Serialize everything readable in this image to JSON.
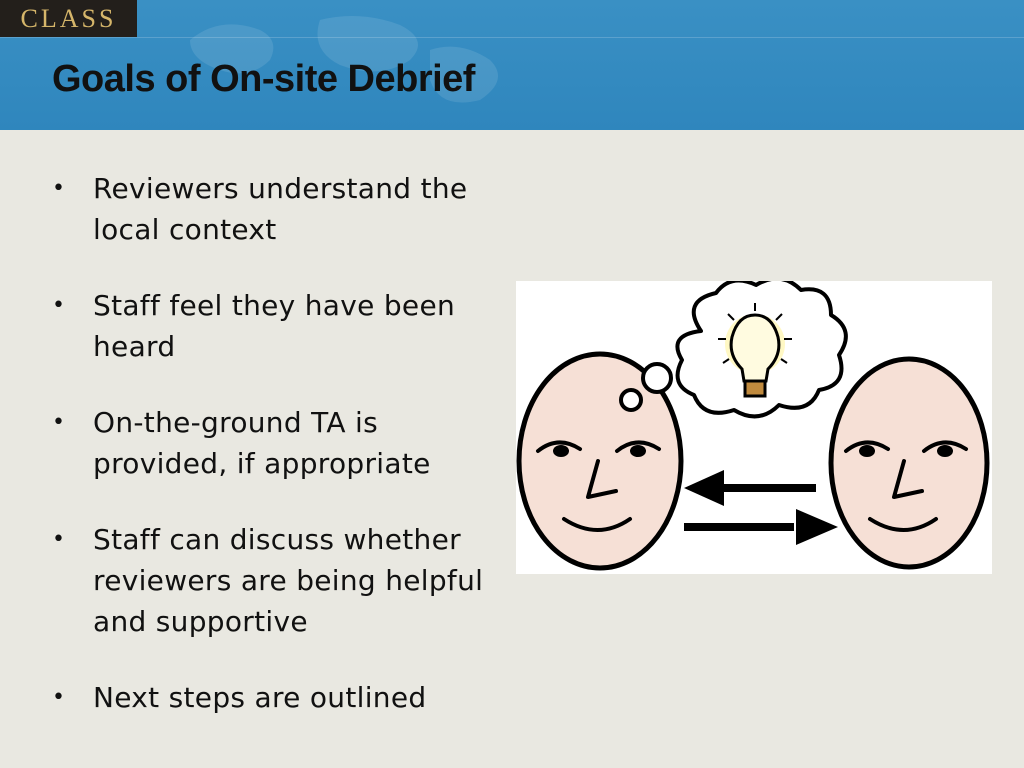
{
  "header": {
    "logo_text": "CLASS",
    "title": "Goals of On-site Debrief"
  },
  "bullets": [
    {
      "text": "Reviewers understand the local context"
    },
    {
      "text": "Staff feel they have been heard"
    },
    {
      "text": "On-the-ground TA is provided, if appropriate"
    },
    {
      "text": "Staff can discuss whether reviewers are being helpful and supportive"
    },
    {
      "text": "Next steps are outlined"
    }
  ],
  "illustration": {
    "icon": "two-faces-exchange-ideas-icon"
  },
  "colors": {
    "header_blue": "#2f86bd",
    "logo_gold": "#d6b66a",
    "logo_bg": "#231f1b",
    "slide_bg": "#e9e8e1",
    "face_fill": "#f5ddd3"
  }
}
